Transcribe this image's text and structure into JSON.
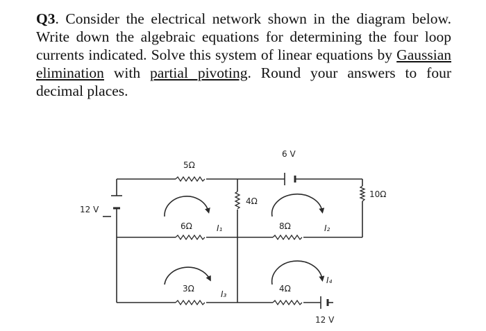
{
  "question": {
    "number": "Q3",
    "part1": ". Consider the electrical network shown in the diagram below. Write down the algebraic equations for determining the four loop currents indicated. Solve this system of linear equations by ",
    "link1": "Gaussian elimination",
    "part2": " with ",
    "link2": "partial pivoting",
    "part3": ". Round your answers to four decimal places."
  },
  "circuit": {
    "labels": {
      "r_top_left": "5Ω",
      "src_top": "6 V",
      "r_middle_vertical": "4Ω",
      "r_right_vertical": "10Ω",
      "src_left": "12 V",
      "r_mid_left": "6Ω",
      "i1": "I₁",
      "r_mid_right": "8Ω",
      "i2": "I₂",
      "r_bottom_left": "3Ω",
      "i3": "I₃",
      "r_bottom_right": "4Ω",
      "i4": "I₄",
      "src_bottom": "12 V"
    }
  }
}
